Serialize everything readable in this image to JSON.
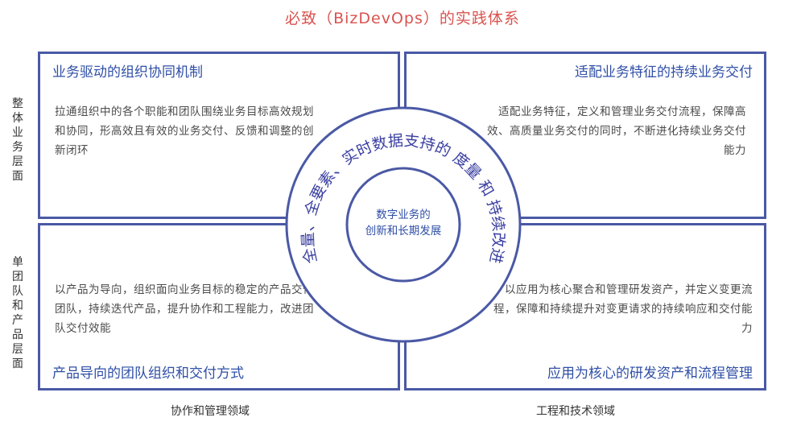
{
  "title": "必致（BizDevOps）的实践体系",
  "side_labels": {
    "top": "整体业务层面",
    "bottom": "单团队和产品层面"
  },
  "bottom_labels": {
    "left": "协作和管理领域",
    "right": "工程和技术领域"
  },
  "quadrants": {
    "top_left": {
      "heading": "业务驱动的组织协同机制",
      "body": "拉通组织中的各个职能和团队围绕业务目标高效规划和协同，形高效且有效的业务交付、反馈和调整的创新闭环"
    },
    "top_right": {
      "heading": "适配业务特征的持续业务交付",
      "body": "适配业务特征，定义和管理业务交付流程，保障高效、高质量业务交付的同时，不断进化持续业务交付能力"
    },
    "bottom_left": {
      "heading": "产品导向的团队组织和交付方式",
      "body": "以产品为导向，组织面向业务目标的稳定的产品交付团队，持续迭代产品，提升协作和工程能力，改进团队交付效能"
    },
    "bottom_right": {
      "heading": "应用为核心的研发资产和流程管理",
      "body": "以应用为核心聚合和管理研发资产，并定义变更流程，保障和持续提升对变更请求的持续响应和交付能力"
    }
  },
  "center": {
    "ring_text": "全量、全要素、实时数据支持的 度量 和 持续改进",
    "core_line1": "数字业务的",
    "core_line2": "创新和长期发展"
  },
  "colors": {
    "title": "#d9534f",
    "frame": "#4a59a5",
    "heading": "#2f4fa6",
    "ring_text": "#3a3fa0"
  }
}
